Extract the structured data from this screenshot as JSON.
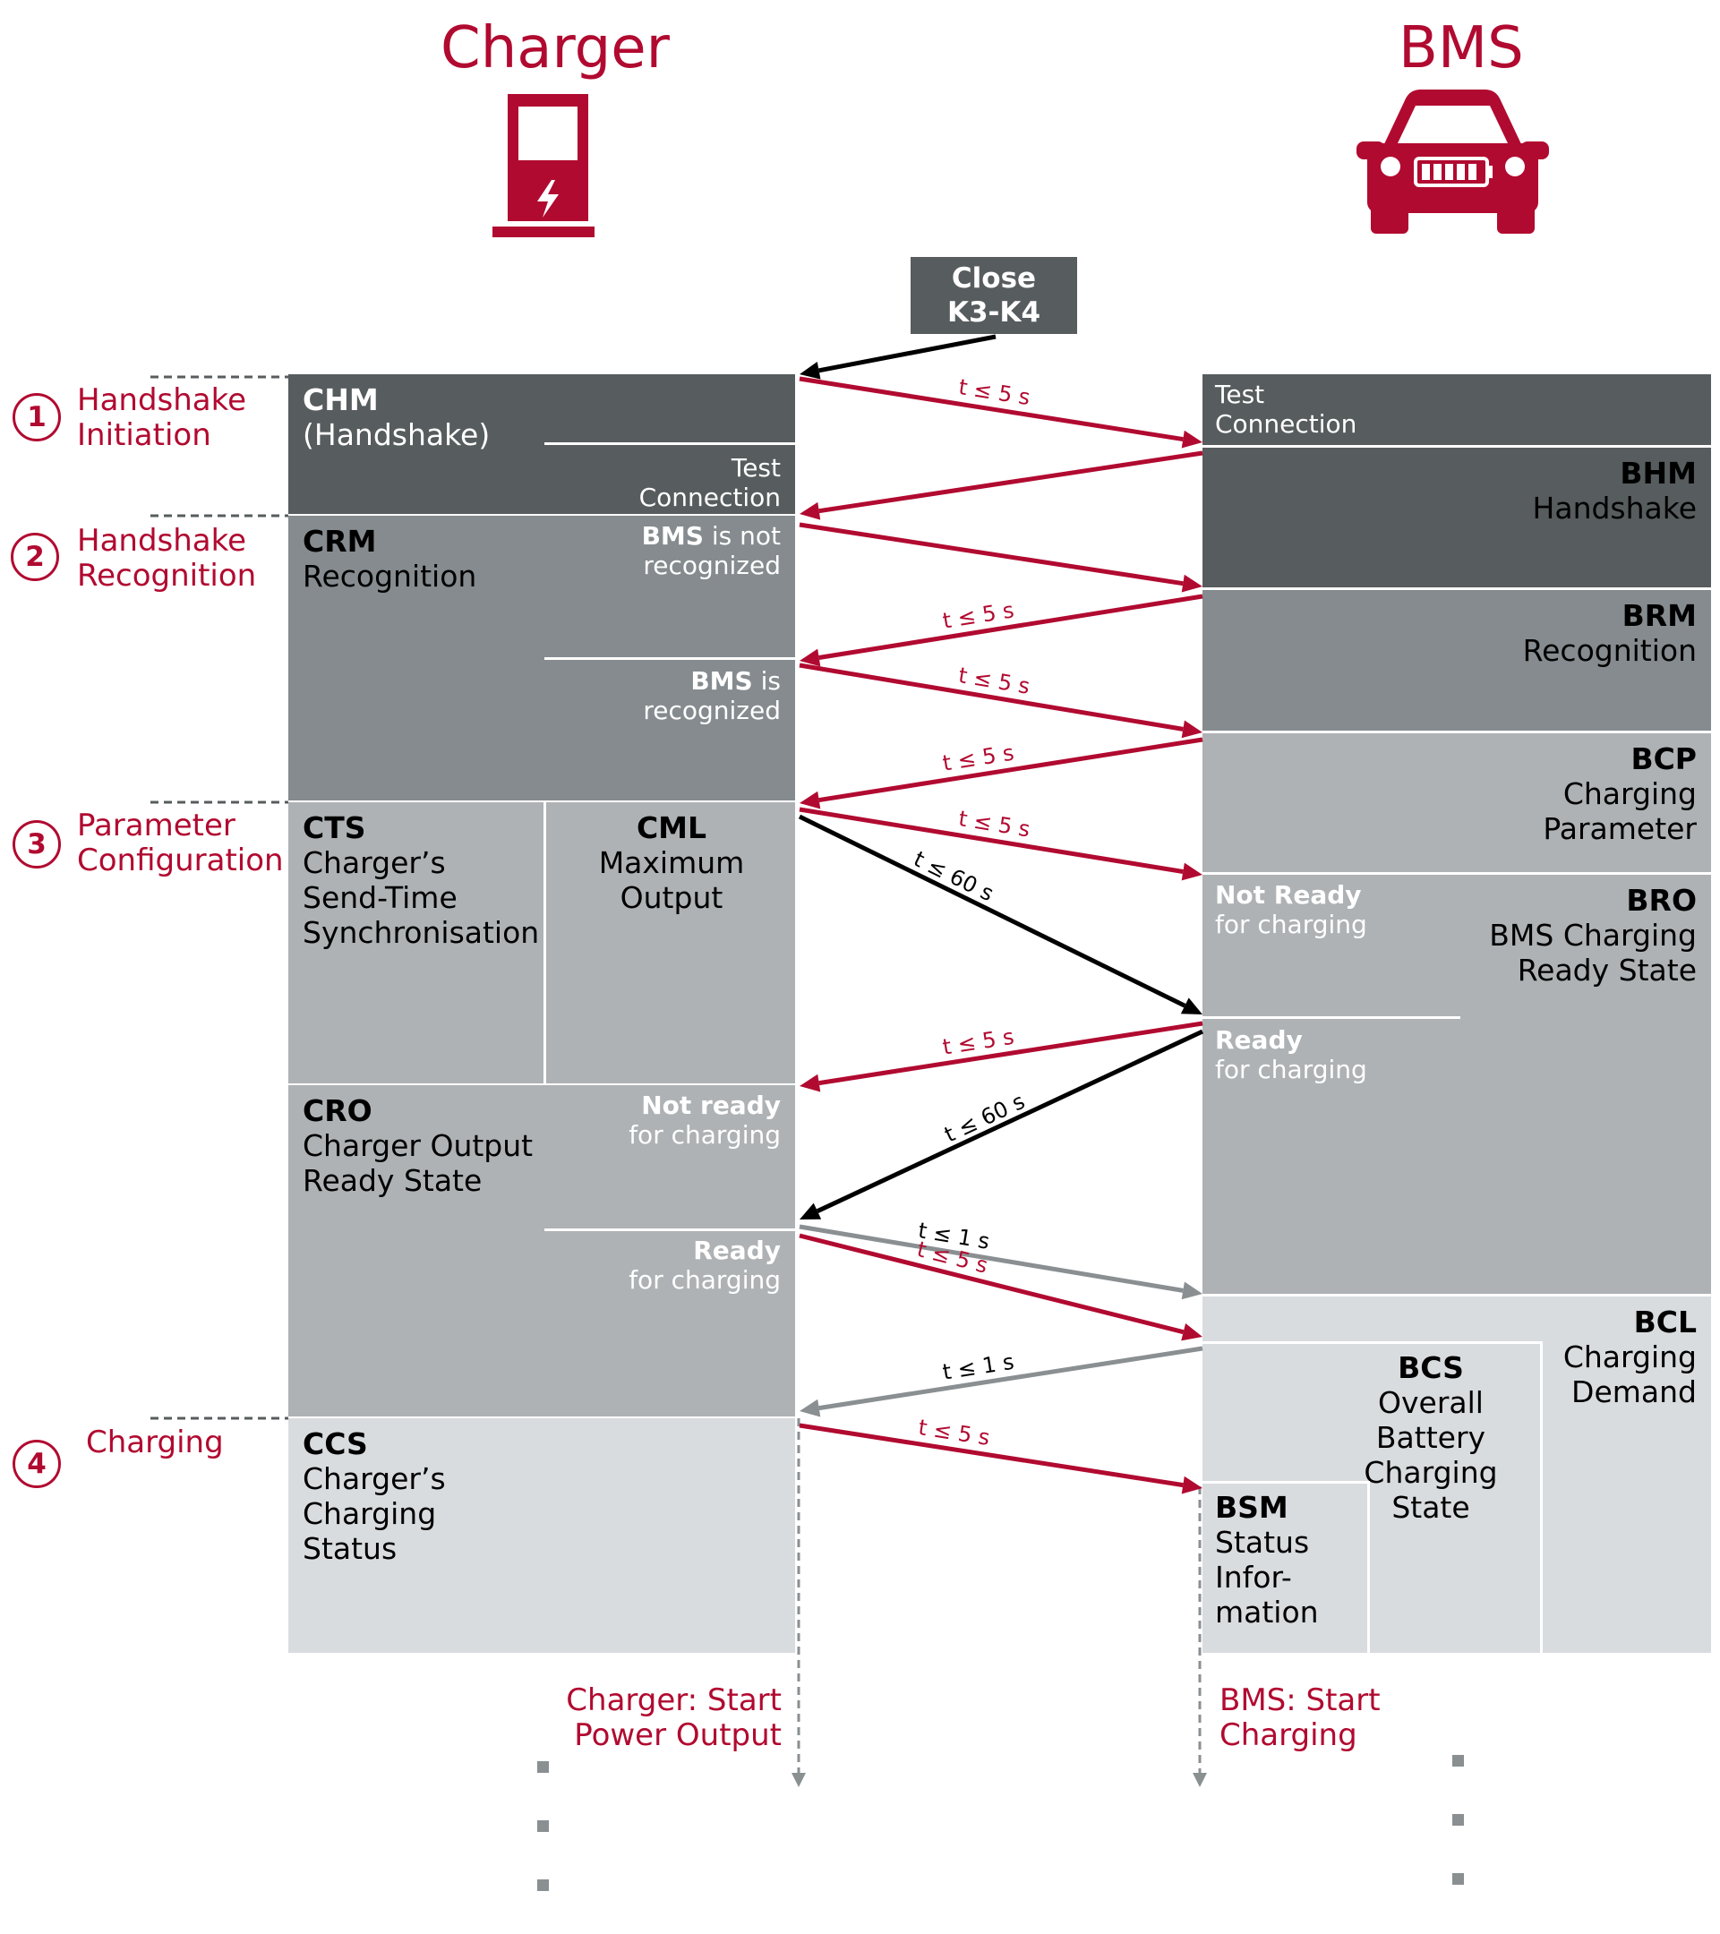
{
  "header": {
    "charger_title": "Charger",
    "bms_title": "BMS"
  },
  "icons": {
    "charger": "ev-charging-station-icon",
    "vehicle": "car-with-battery-icon"
  },
  "close_box": "Close\nK3-K4",
  "phases": [
    {
      "number": "1",
      "label": "Handshake\nInitiation"
    },
    {
      "number": "2",
      "label": "Handshake\nRecognition"
    },
    {
      "number": "3",
      "label": "Parameter\nConfiguration"
    },
    {
      "number": "4",
      "label": "Charging"
    }
  ],
  "charger": {
    "chm": {
      "code": "CHM",
      "desc": "(Handshake)",
      "sub": "Test\nConnection"
    },
    "crm": {
      "code": "CRM",
      "desc": "Recognition",
      "sub1_bold": "BMS",
      "sub1_rest": " is not\nrecognized",
      "sub2_bold": "BMS",
      "sub2_rest": " is\nrecognized"
    },
    "cts": {
      "code": "CTS",
      "desc": "Charger’s\nSend-Time\nSynchronisation"
    },
    "cml": {
      "code": "CML",
      "desc": "Maximum\nOutput"
    },
    "cro": {
      "code": "CRO",
      "desc": "Charger Output\nReady State",
      "sub1_bold": "Not ready",
      "sub1_rest": "for charging",
      "sub2_bold": "Ready",
      "sub2_rest": "for charging"
    },
    "ccs": {
      "code": "CCS",
      "desc": "Charger’s\nCharging\nStatus"
    },
    "start_note": "Charger: Start\nPower Output"
  },
  "bms": {
    "test_connection": "Test\nConnection",
    "bhm": {
      "code": "BHM",
      "desc": "Handshake"
    },
    "brm": {
      "code": "BRM",
      "desc": "Recognition"
    },
    "bcp": {
      "code": "BCP",
      "desc": "Charging\nParameter"
    },
    "bro": {
      "code": "BRO",
      "desc": "BMS Charging\nReady State",
      "sub1_bold": "Not Ready",
      "sub1_rest": "for charging",
      "sub2_bold": "Ready",
      "sub2_rest": "for charging"
    },
    "bcl": {
      "code": "BCL",
      "desc": "Charging\nDemand"
    },
    "bcs": {
      "code": "BCS",
      "desc": "Overall\nBattery\nCharging\nState"
    },
    "bsm": {
      "code": "BSM",
      "desc": "Status\nInfor-\nmation"
    },
    "start_note": "BMS: Start\nCharging"
  },
  "timing": {
    "t5": "t ≤ 5 s",
    "t1": "t ≤ 1 s",
    "t60": "t ≤ 60 s"
  },
  "colors": {
    "accent_red": "#b10a30",
    "dark_gray": "#575c5e",
    "mid_gray": "#858b8e",
    "light_gray": "#aeb2b5",
    "lightest_gray": "#d9dcdf",
    "arrow_black": "#000000",
    "arrow_gray": "#8a8f92"
  }
}
